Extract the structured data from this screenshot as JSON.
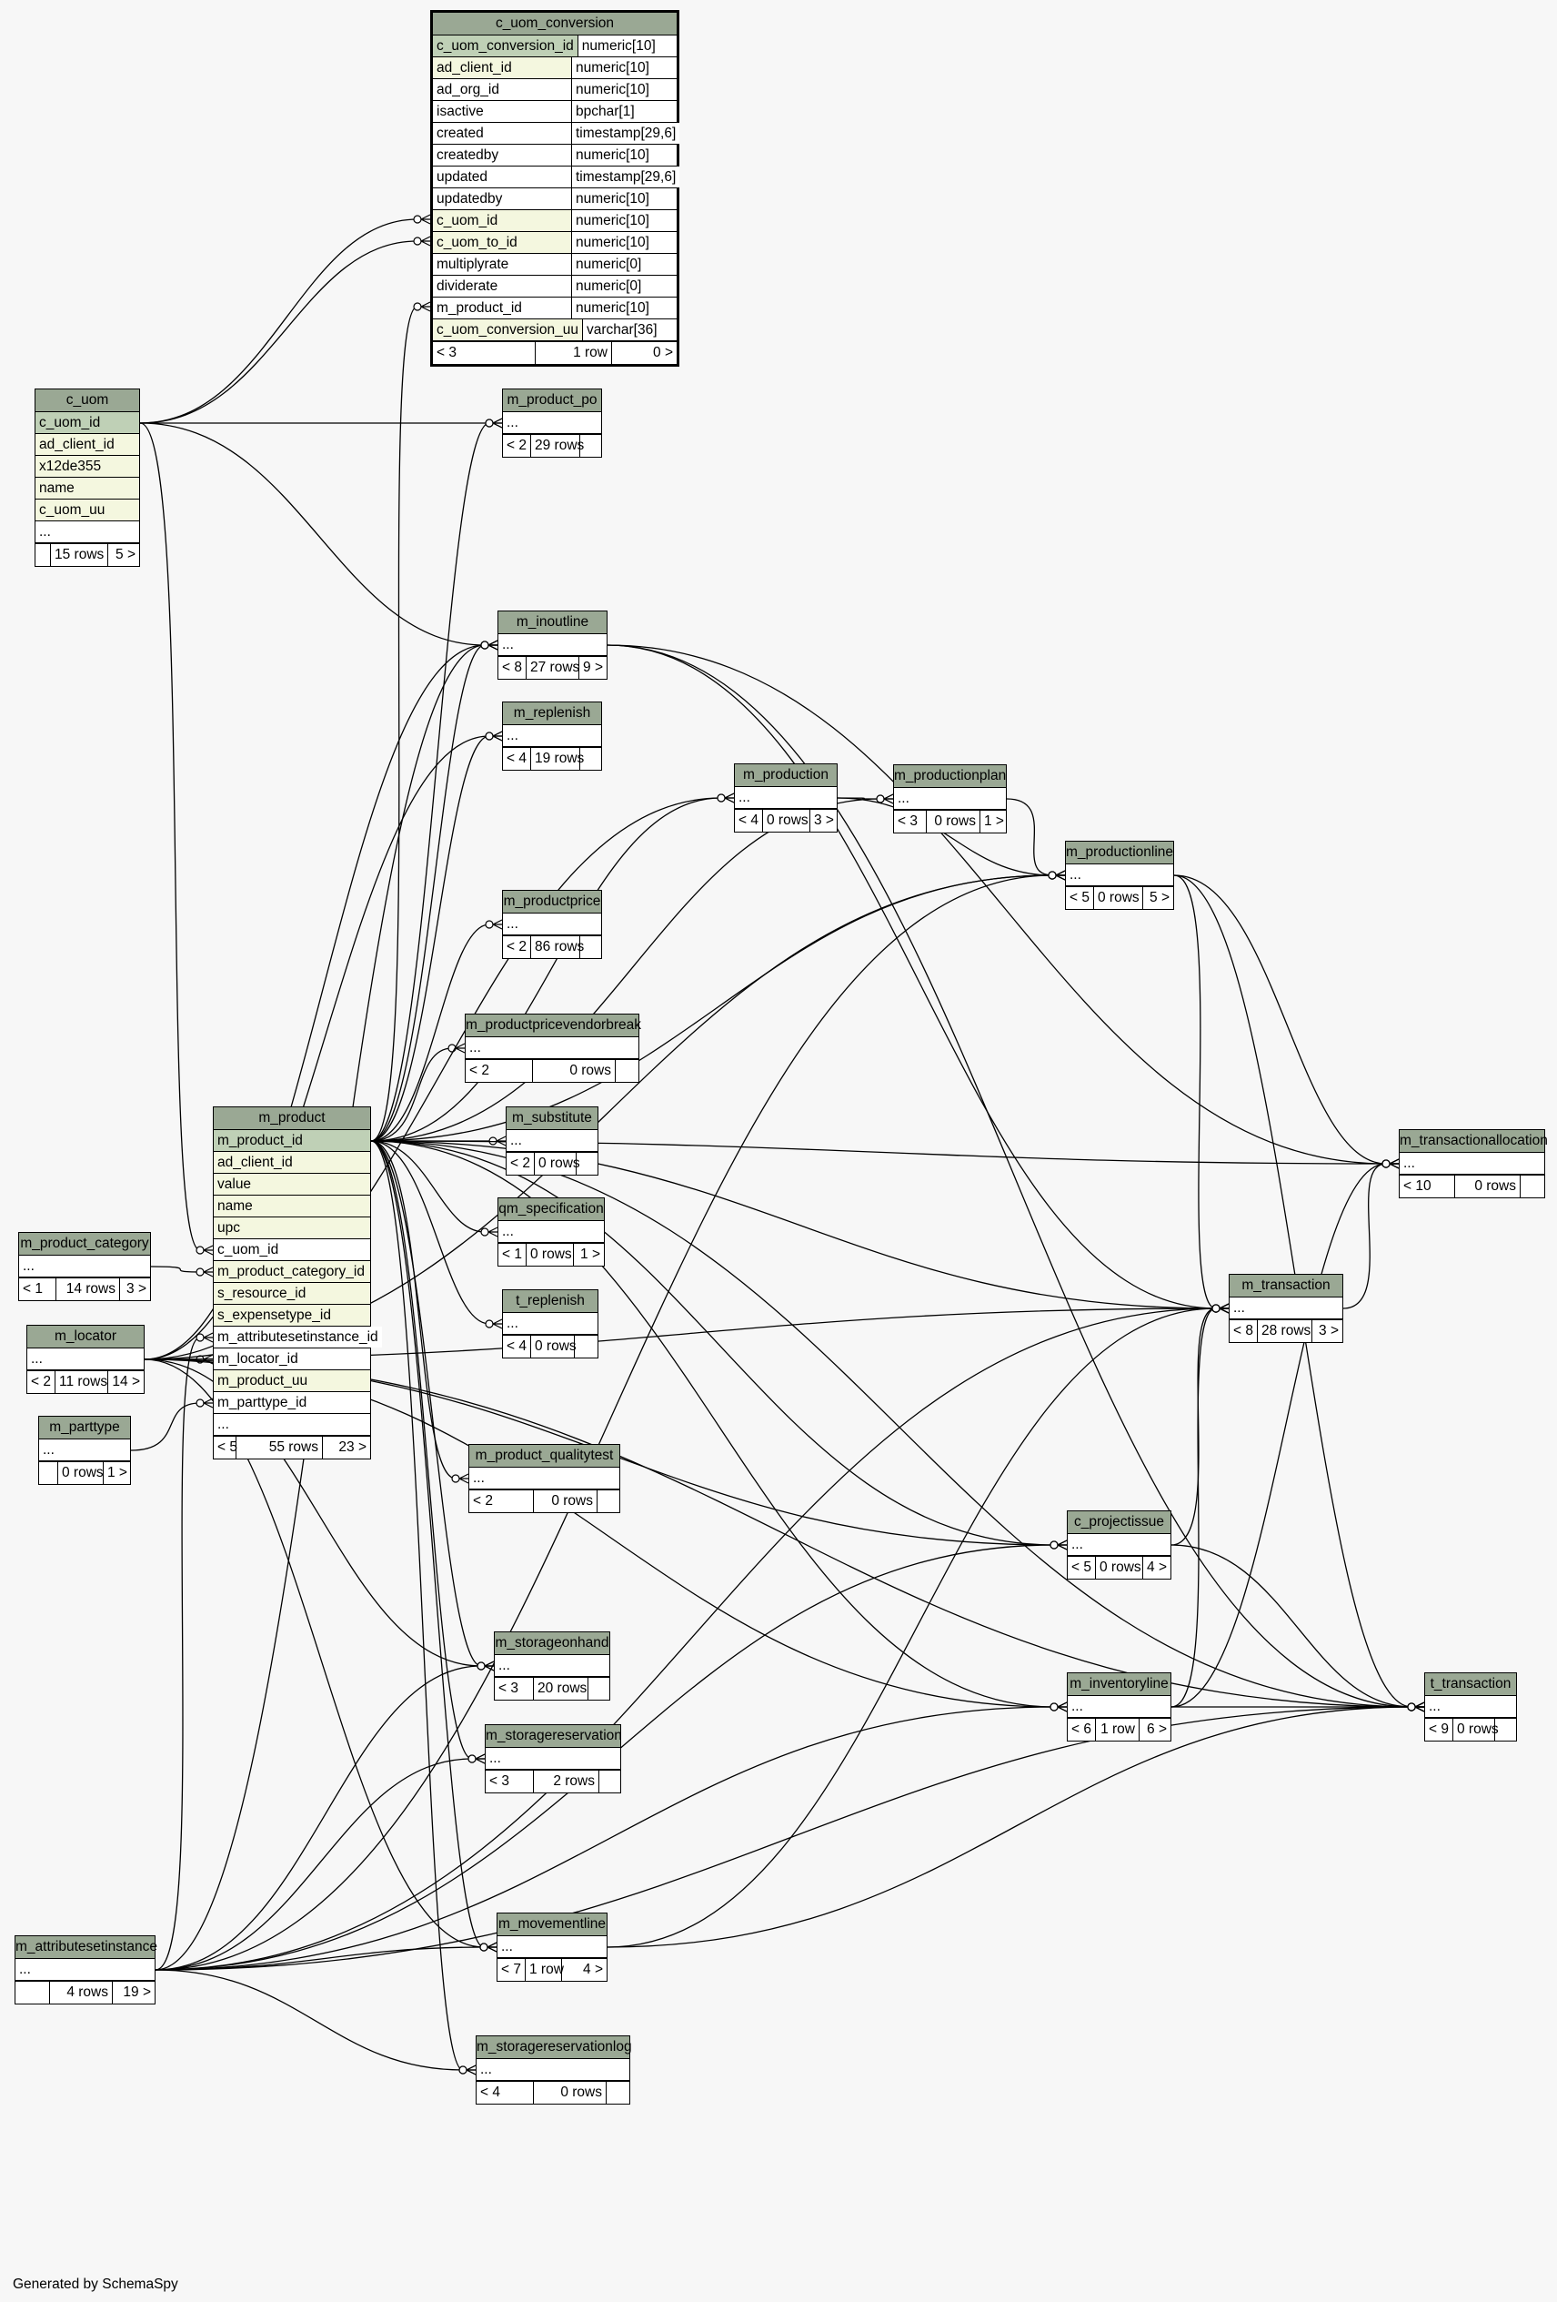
{
  "footer": "Generated by SchemaSpy",
  "colors": {
    "header": "#9aa894",
    "primary_key": "#bfd0b6",
    "indexed": "#f4f7df",
    "background": "#f7f7f7"
  },
  "tables": {
    "c_uom_conversion": {
      "name": "c_uom_conversion",
      "columns": [
        {
          "name": "c_uom_conversion_id",
          "type": "numeric[10]",
          "kind": "pk"
        },
        {
          "name": "ad_client_id",
          "type": "numeric[10]",
          "kind": "idx"
        },
        {
          "name": "ad_org_id",
          "type": "numeric[10]",
          "kind": "plain"
        },
        {
          "name": "isactive",
          "type": "bpchar[1]",
          "kind": "plain"
        },
        {
          "name": "created",
          "type": "timestamp[29,6]",
          "kind": "plain"
        },
        {
          "name": "createdby",
          "type": "numeric[10]",
          "kind": "plain"
        },
        {
          "name": "updated",
          "type": "timestamp[29,6]",
          "kind": "plain"
        },
        {
          "name": "updatedby",
          "type": "numeric[10]",
          "kind": "plain"
        },
        {
          "name": "c_uom_id",
          "type": "numeric[10]",
          "kind": "idx"
        },
        {
          "name": "c_uom_to_id",
          "type": "numeric[10]",
          "kind": "idx"
        },
        {
          "name": "multiplyrate",
          "type": "numeric[0]",
          "kind": "plain"
        },
        {
          "name": "dividerate",
          "type": "numeric[0]",
          "kind": "plain"
        },
        {
          "name": "m_product_id",
          "type": "numeric[10]",
          "kind": "plain"
        },
        {
          "name": "c_uom_conversion_uu",
          "type": "varchar[36]",
          "kind": "idx"
        }
      ],
      "footer": [
        "< 3",
        "1 row",
        "0 >"
      ]
    },
    "c_uom": {
      "name": "c_uom",
      "columns": [
        {
          "name": "c_uom_id",
          "kind": "pk"
        },
        {
          "name": "ad_client_id",
          "kind": "idx"
        },
        {
          "name": "x12de355",
          "kind": "idx"
        },
        {
          "name": "name",
          "kind": "idx"
        },
        {
          "name": "c_uom_uu",
          "kind": "idx"
        },
        {
          "name": "...",
          "kind": "plain"
        }
      ],
      "footer": [
        "",
        "15 rows",
        "5 >"
      ]
    },
    "m_product": {
      "name": "m_product",
      "columns": [
        {
          "name": "m_product_id",
          "kind": "pk"
        },
        {
          "name": "ad_client_id",
          "kind": "idx"
        },
        {
          "name": "value",
          "kind": "idx"
        },
        {
          "name": "name",
          "kind": "idx"
        },
        {
          "name": "upc",
          "kind": "idx"
        },
        {
          "name": "c_uom_id",
          "kind": "plain"
        },
        {
          "name": "m_product_category_id",
          "kind": "idx"
        },
        {
          "name": "s_resource_id",
          "kind": "idx"
        },
        {
          "name": "s_expensetype_id",
          "kind": "idx"
        },
        {
          "name": "m_attributesetinstance_id",
          "kind": "plain"
        },
        {
          "name": "m_locator_id",
          "kind": "plain"
        },
        {
          "name": "m_product_uu",
          "kind": "idx"
        },
        {
          "name": "m_parttype_id",
          "kind": "plain"
        },
        {
          "name": "...",
          "kind": "plain"
        }
      ],
      "footer": [
        "< 5",
        "55 rows",
        "23 >"
      ]
    },
    "m_product_po": {
      "name": "m_product_po",
      "footer": [
        "< 2",
        "29 rows",
        ""
      ]
    },
    "m_inoutline": {
      "name": "m_inoutline",
      "footer": [
        "< 8",
        "27 rows",
        "9 >"
      ]
    },
    "m_replenish": {
      "name": "m_replenish",
      "footer": [
        "< 4",
        "19 rows",
        ""
      ]
    },
    "m_production": {
      "name": "m_production",
      "footer": [
        "< 4",
        "0 rows",
        "3 >"
      ]
    },
    "m_productionplan": {
      "name": "m_productionplan",
      "footer": [
        "< 3",
        "0 rows",
        "1 >"
      ]
    },
    "m_productionline": {
      "name": "m_productionline",
      "footer": [
        "< 5",
        "0 rows",
        "5 >"
      ]
    },
    "m_productprice": {
      "name": "m_productprice",
      "footer": [
        "< 2",
        "86 rows",
        ""
      ]
    },
    "m_productpricevendorbreak": {
      "name": "m_productpricevendorbreak",
      "footer": [
        "< 2",
        "0 rows",
        ""
      ]
    },
    "m_substitute": {
      "name": "m_substitute",
      "footer": [
        "< 2",
        "0 rows",
        ""
      ]
    },
    "qm_specification": {
      "name": "qm_specification",
      "footer": [
        "< 1",
        "0 rows",
        "1 >"
      ]
    },
    "t_replenish": {
      "name": "t_replenish",
      "footer": [
        "< 4",
        "0 rows",
        ""
      ]
    },
    "m_product_qualitytest": {
      "name": "m_product_qualitytest",
      "footer": [
        "< 2",
        "0 rows",
        ""
      ]
    },
    "m_transactionallocation": {
      "name": "m_transactionallocation",
      "footer": [
        "< 10",
        "0 rows",
        ""
      ]
    },
    "m_transaction": {
      "name": "m_transaction",
      "footer": [
        "< 8",
        "28 rows",
        "3 >"
      ]
    },
    "c_projectissue": {
      "name": "c_projectissue",
      "footer": [
        "< 5",
        "0 rows",
        "4 >"
      ]
    },
    "m_inventoryline": {
      "name": "m_inventoryline",
      "footer": [
        "< 6",
        "1 row",
        "6 >"
      ]
    },
    "t_transaction": {
      "name": "t_transaction",
      "footer": [
        "< 9",
        "0 rows",
        ""
      ]
    },
    "m_storageonhand": {
      "name": "m_storageonhand",
      "footer": [
        "< 3",
        "20 rows",
        ""
      ]
    },
    "m_storagereservation": {
      "name": "m_storagereservation",
      "footer": [
        "< 3",
        "2 rows",
        ""
      ]
    },
    "m_movementline": {
      "name": "m_movementline",
      "footer": [
        "< 7",
        "1 row",
        "4 >"
      ]
    },
    "m_storagereservationlog": {
      "name": "m_storagereservationlog",
      "footer": [
        "< 4",
        "0 rows",
        ""
      ]
    },
    "m_product_category": {
      "name": "m_product_category",
      "footer": [
        "< 1",
        "14 rows",
        "3 >"
      ]
    },
    "m_locator": {
      "name": "m_locator",
      "footer": [
        "< 2",
        "11 rows",
        "14 >"
      ]
    },
    "m_parttype": {
      "name": "m_parttype",
      "footer": [
        "",
        "0 rows",
        "1 >"
      ]
    },
    "m_attributesetinstance": {
      "name": "m_attributesetinstance",
      "footer": [
        "",
        "4 rows",
        "19 >"
      ]
    }
  },
  "ellipsis": "..."
}
